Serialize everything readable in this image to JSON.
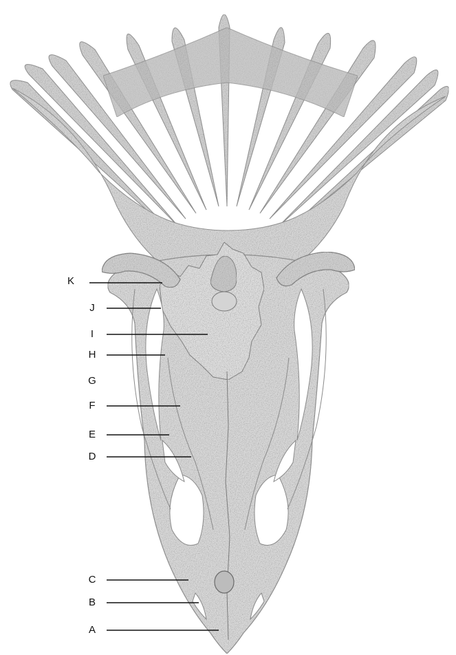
{
  "labels": [
    {
      "id": "k",
      "text": "K"
    },
    {
      "id": "j",
      "text": "J"
    },
    {
      "id": "i",
      "text": "I"
    },
    {
      "id": "h",
      "text": "H"
    },
    {
      "id": "g",
      "text": "G"
    },
    {
      "id": "f",
      "text": "F"
    },
    {
      "id": "e",
      "text": "E"
    },
    {
      "id": "d",
      "text": "D"
    },
    {
      "id": "c",
      "text": "C"
    },
    {
      "id": "b",
      "text": "B"
    },
    {
      "id": "a",
      "text": "A"
    }
  ],
  "colors": {
    "bone": "#d4d4d4",
    "bone_light": "#e4e4e4",
    "bone_dark": "#a8a8a8",
    "outline": "#8a8a8a",
    "opening": "#ffffff",
    "ink": "#111111"
  }
}
